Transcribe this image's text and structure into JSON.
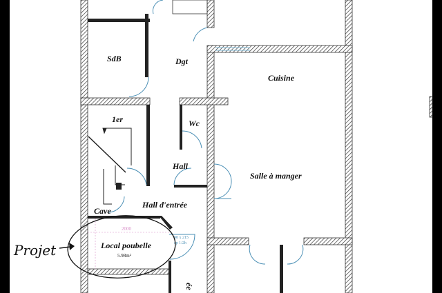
{
  "plan": {
    "rooms": {
      "sdb": "SdB",
      "dgt": "Dgt",
      "cuisine": "Cuisine",
      "premier": "1er",
      "wc": "Wc",
      "hall": "Hall",
      "salle_a_manger": "Salle à manger",
      "cave": "Cave",
      "hall_entree": "Hall d'entrée",
      "local_poubelle": "Local poubelle",
      "local_poubelle_area": "5.98m²",
      "partial_vertical": "ée"
    },
    "dimensions": {
      "width_mark": "2000",
      "door_size": "90 x 215",
      "door_rating": "ep 1/2h"
    },
    "annotation": {
      "handwritten": "Projet"
    },
    "colors": {
      "wall": "#333333",
      "door": "#4a8fb5",
      "dimension": "#d88fc8",
      "paper": "#ffffff"
    }
  }
}
